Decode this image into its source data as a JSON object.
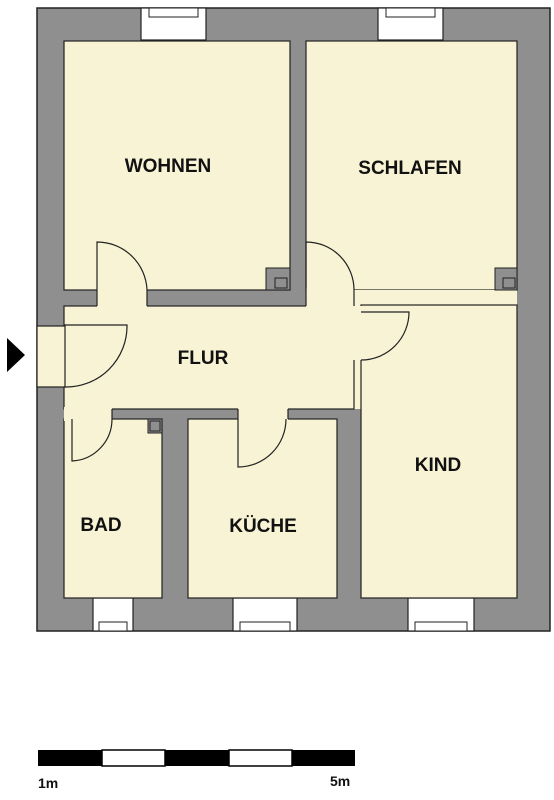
{
  "rooms": {
    "wohnen": "WOHNEN",
    "schlafen": "SCHLAFEN",
    "flur": "FLUR",
    "kind": "KIND",
    "bad": "BAD",
    "kueche": "KÜCHE"
  },
  "scale_bar": {
    "start_label": "1m",
    "end_label": "5m"
  },
  "colors": {
    "wall": "#8f8f8f",
    "floor": "#f7f3d4",
    "outline": "#222222",
    "window": "#ffffff"
  },
  "icons": {
    "entrance": "entrance-arrow-icon"
  }
}
